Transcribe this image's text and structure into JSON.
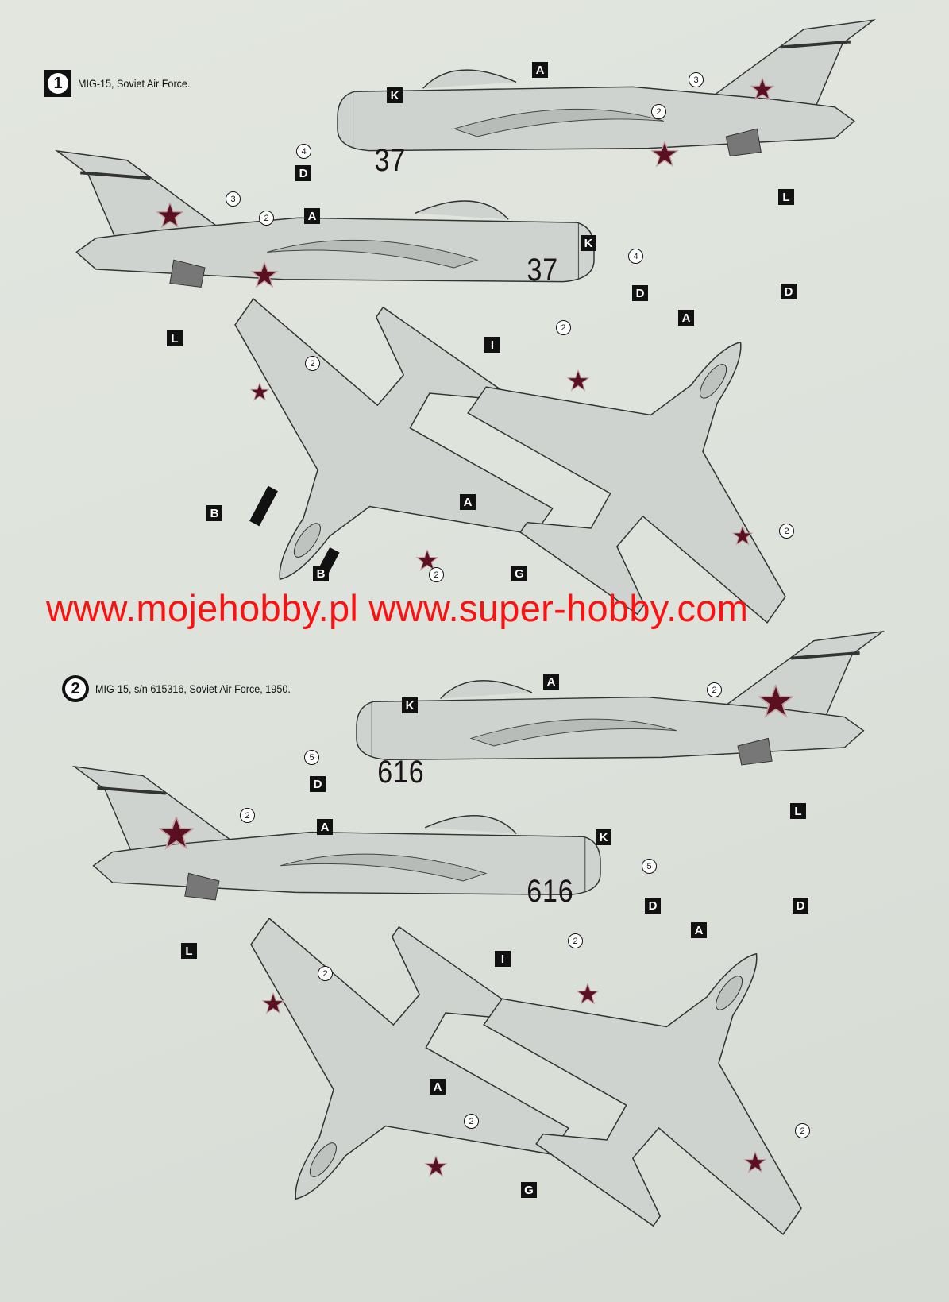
{
  "sections": [
    {
      "number": "1",
      "title": "MIG-15, Soviet Air Force.",
      "tail_number": "37",
      "labels": {
        "A": "A",
        "B": "B",
        "D": "D",
        "G": "G",
        "I": "I",
        "K": "K",
        "L": "L"
      },
      "decals": {
        "d2": "2",
        "d3": "3",
        "d4": "4"
      }
    },
    {
      "number": "2",
      "title": "MIG-15, s/n 615316, Soviet  Air Force, 1950.",
      "tail_number": "616",
      "labels": {
        "A": "A",
        "D": "D",
        "G": "G",
        "I": "I",
        "K": "K",
        "L": "L"
      },
      "decals": {
        "d2": "2",
        "d5": "5"
      }
    }
  ],
  "watermark": "www.mojehobby.pl www.super-hobby.com",
  "colors": {
    "aircraft": "#cfd3cf",
    "star": "#5a1020",
    "watermark": "#ff1010"
  }
}
